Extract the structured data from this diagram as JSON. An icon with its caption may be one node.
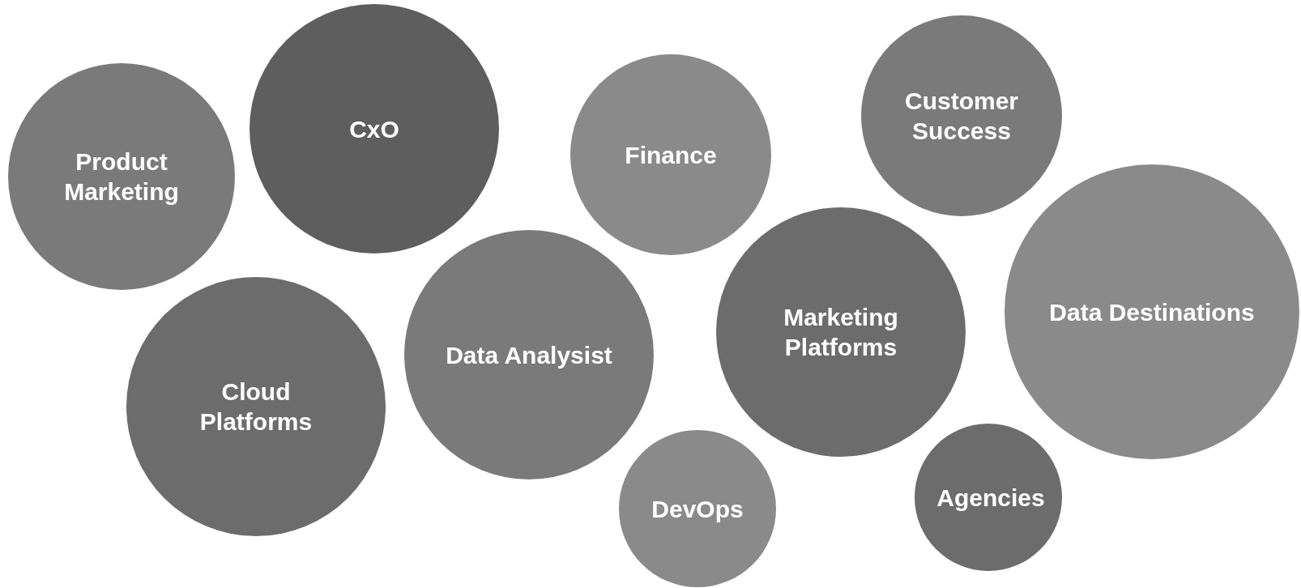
{
  "diagram": {
    "nodes": [
      {
        "text": [
          "Product Marketing"
        ]
      },
      {
        "text": [
          "CxO"
        ]
      },
      {
        "text": [
          "Finance"
        ]
      },
      {
        "text": [
          "Customer Success"
        ]
      },
      {
        "text": [
          "Data Destinations"
        ]
      },
      {
        "text": [
          "Marketing Platforms"
        ]
      },
      {
        "text": [
          "Data Analysist"
        ]
      },
      {
        "text": [
          "Cloud Platforms"
        ]
      },
      {
        "text": [
          "DevOps"
        ]
      },
      {
        "text": [
          "Agencies"
        ]
      }
    ]
  }
}
